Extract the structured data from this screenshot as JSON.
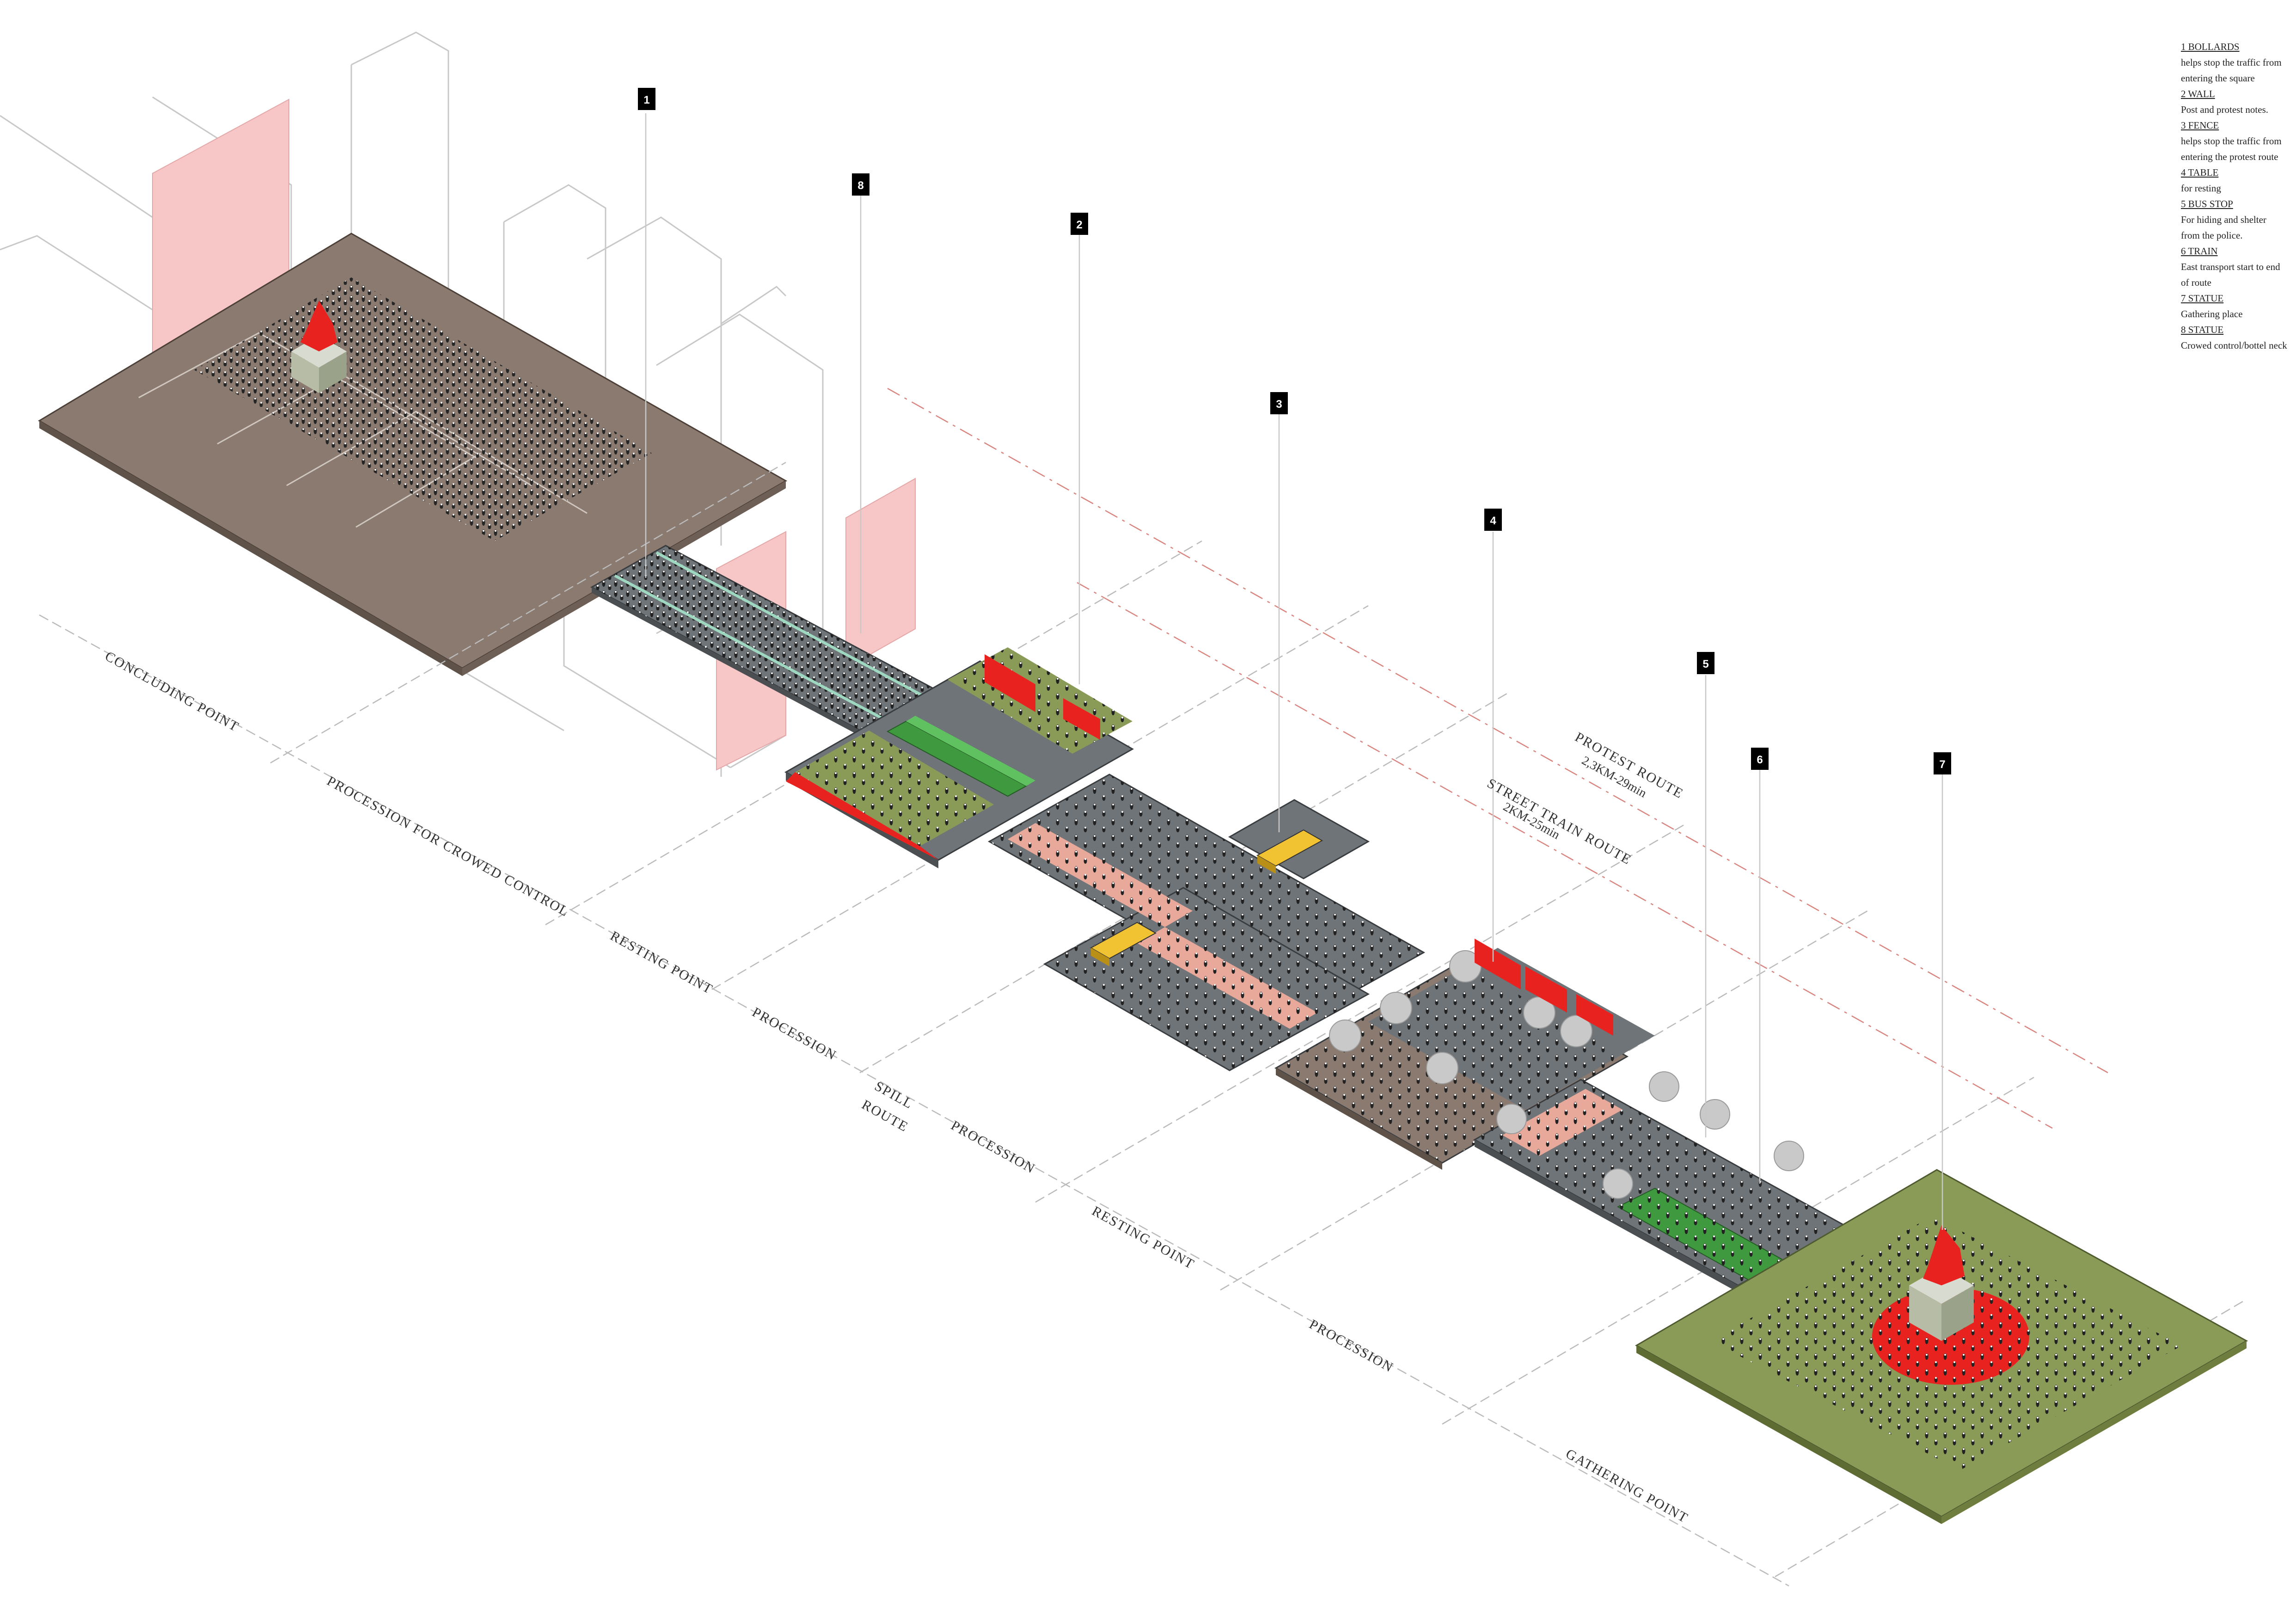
{
  "legend": {
    "items": [
      {
        "title": "1 BOLLARDS",
        "desc": "helps stop the traffic from entering the square"
      },
      {
        "title": "2 WALL",
        "desc": "Post and protest notes."
      },
      {
        "title": "3 FENCE",
        "desc": "helps stop the traffic from entering the protest route"
      },
      {
        "title": "4 TABLE",
        "desc": "for resting"
      },
      {
        "title": "5 BUS STOP",
        "desc": "For hiding and shelter from the police."
      },
      {
        "title": "6 TRAIN",
        "desc": "East transport start to end of route"
      },
      {
        "title": "7 STATUE",
        "desc": "Gathering place"
      },
      {
        "title": "8 STATUE",
        "desc": "Crowed control/bottel neck"
      }
    ]
  },
  "markers": [
    "1",
    "8",
    "2",
    "3",
    "4",
    "5",
    "6",
    "7"
  ],
  "stage_labels": {
    "concluding_point": "CONCLUDING POINT",
    "procession_crowd": "PROCESSION FOR CROWED CONTROL",
    "resting_point_1": "RESTING POINT",
    "procession_1": "PROCESSION",
    "spill_route_a": "SPILL",
    "spill_route_b": "ROUTE",
    "procession_2": "PROCESSION",
    "resting_point_2": "RESTING POINT",
    "procession_3": "PROCESSION",
    "gathering_point": "GATHERING POINT"
  },
  "routes": {
    "protest_title": "PROTEST ROUTE",
    "protest_detail": "2,3KM-29min",
    "train_title": "STREET TRAIN ROUTE",
    "train_detail": "2KM-25min"
  },
  "colors": {
    "plaza_brown": "#8a7a70",
    "grass": "#8a9b58",
    "accent_red": "#e8231f",
    "pink_wall": "#f7c6c6",
    "road": "#6f7478",
    "lane_pink": "#e8a89a",
    "train_green": "#3f9a3f",
    "bus_yellow": "#f1c232"
  }
}
